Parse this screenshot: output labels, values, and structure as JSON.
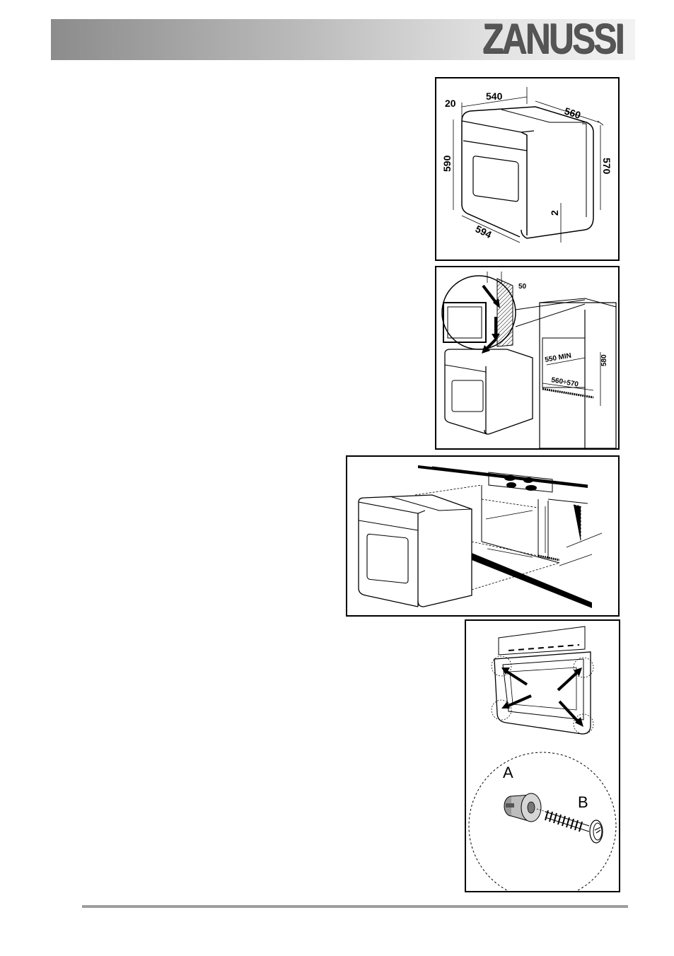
{
  "header": {
    "brand": "ZANUSSI"
  },
  "figure1": {
    "dim_top_left": "20",
    "dim_top_width": "540",
    "dim_depth": "560",
    "dim_height_left": "590",
    "dim_height_right": "570",
    "dim_gap": "2",
    "dim_front_width": "594"
  },
  "figure2": {
    "dim_vent": "50",
    "dim_min_width": "550 MIN",
    "dim_depth_range": "560÷570",
    "dim_height": "580"
  },
  "figure4": {
    "label_a": "A",
    "label_b": "B"
  }
}
